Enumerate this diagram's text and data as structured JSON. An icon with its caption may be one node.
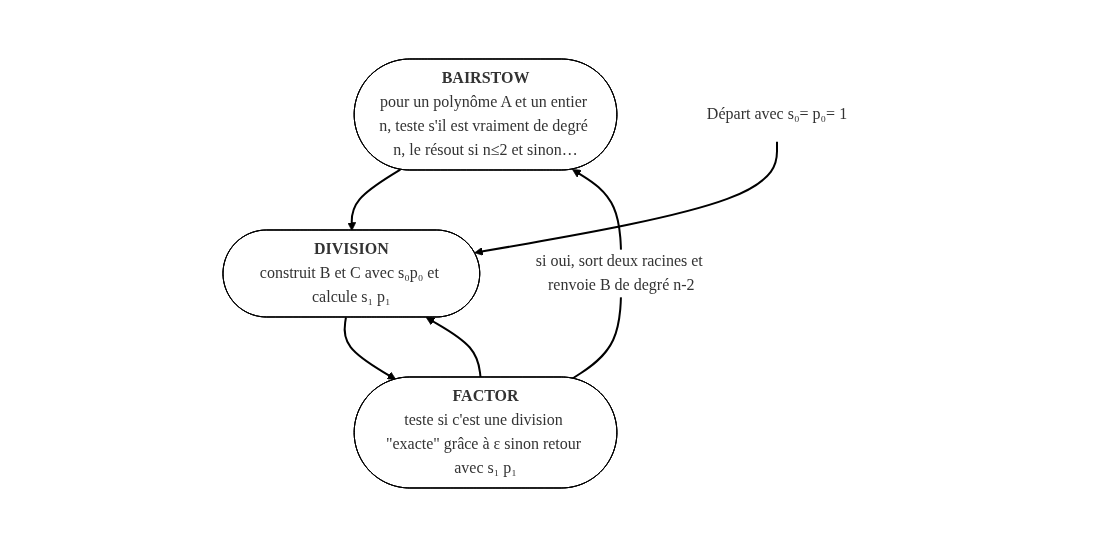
{
  "diagram": {
    "nodes": [
      {
        "text": [
          "BAIRSTOW",
          "pour un polynôme A et un entier n, teste s'il est vraiment de degré n, le résout si n≤2 et sinon…"
        ]
      },
      {
        "text": [
          "FACTOR",
          "teste si c'est une division \"exacte\" grâce à ε sinon retour avec s₁ p₁"
        ]
      },
      {
        "text": [
          "DIVISION",
          "construit B et C avec s₀p₀ et calcule s₁ p₁"
        ]
      },
      {
        "text": [
          "Départ avec s₀= p₀= 1"
        ]
      }
    ],
    "edges": [
      {
        "from": 1,
        "to": 0,
        "arrow": "to",
        "label": "si oui, sort deux racines et renvoie B de degré n-2"
      },
      {
        "from": 0,
        "to": 2,
        "arrow": "to"
      },
      {
        "from": 2,
        "to": 1,
        "arrow": "to"
      },
      {
        "from": 1,
        "to": 2,
        "arrow": "to"
      },
      {
        "from": 3,
        "to": 2,
        "arrow": "to"
      }
    ]
  }
}
